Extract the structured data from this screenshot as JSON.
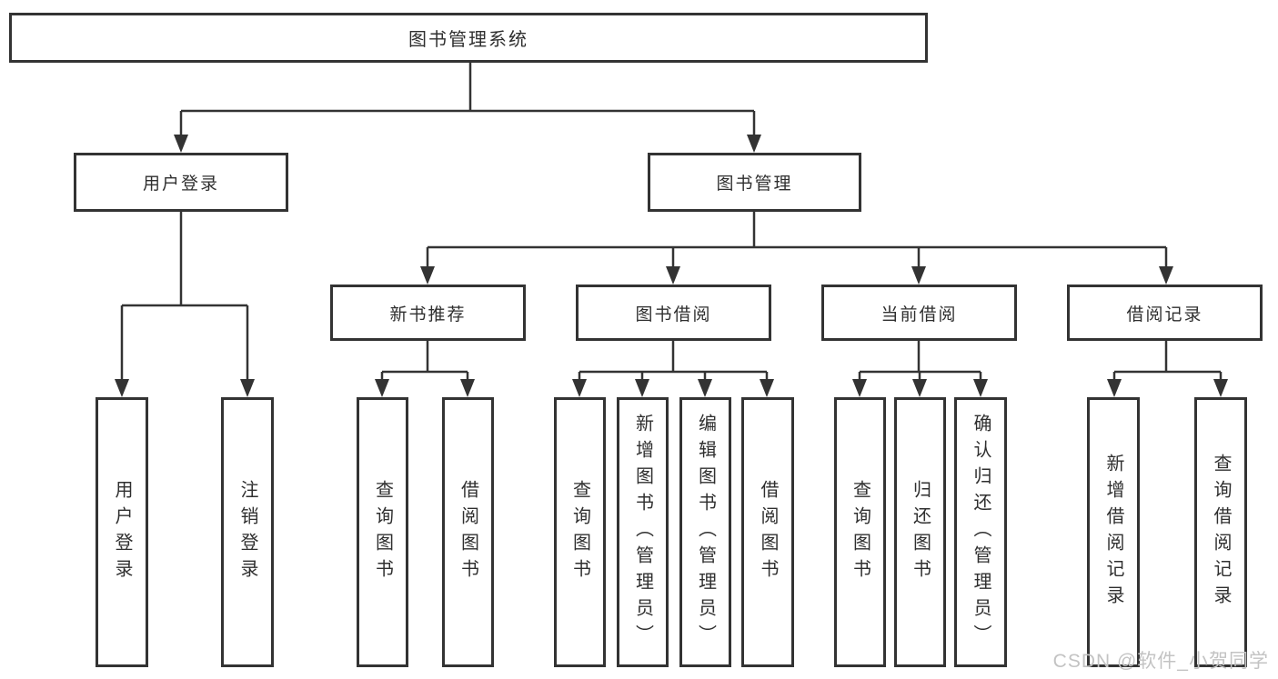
{
  "diagram_type": "hierarchy-tree",
  "tree": {
    "root": {
      "label": "图书管理系统"
    },
    "user_login": {
      "label": "用户登录",
      "children": [
        {
          "label": "用户登录"
        },
        {
          "label": "注销登录"
        }
      ]
    },
    "book_management": {
      "label": "图书管理",
      "sections": [
        {
          "label": "新书推荐",
          "children": [
            {
              "label": "查询图书"
            },
            {
              "label": "借阅图书"
            }
          ]
        },
        {
          "label": "图书借阅",
          "children": [
            {
              "label": "查询图书"
            },
            {
              "label": "新增图书（管理员）"
            },
            {
              "label": "编辑图书（管理员）"
            },
            {
              "label": "借阅图书"
            }
          ]
        },
        {
          "label": "当前借阅",
          "children": [
            {
              "label": "查询图书"
            },
            {
              "label": "归还图书"
            },
            {
              "label": "确认归还（管理员）"
            }
          ]
        },
        {
          "label": "借阅记录",
          "children": [
            {
              "label": "新增借阅记录"
            },
            {
              "label": "查询借阅记录"
            }
          ]
        }
      ]
    }
  },
  "watermark": "CSDN @软件_小贺同学",
  "colors": {
    "line": "#333333",
    "box_border": "#333333",
    "box_fill": "#ffffff",
    "text": "#2f2f2f",
    "watermark": "#c3c3c3",
    "background": "#ffffff"
  }
}
